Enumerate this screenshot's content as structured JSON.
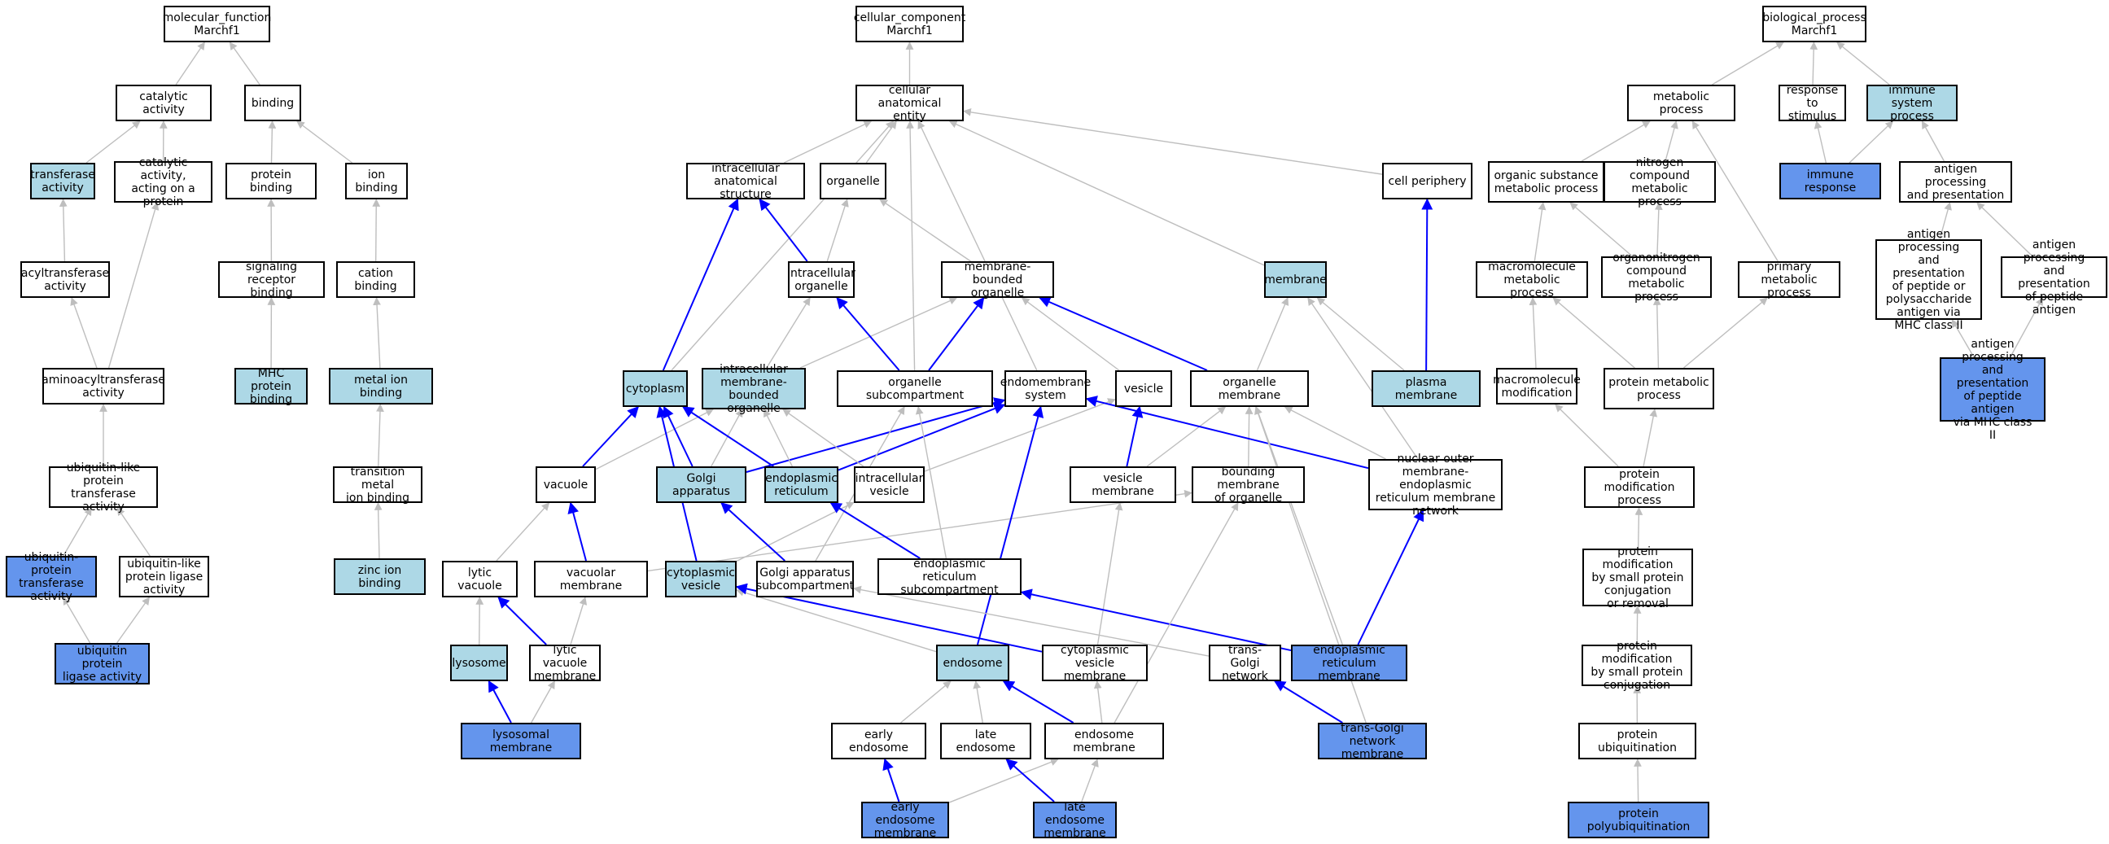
{
  "colors": {
    "node_default": "#ffffff",
    "node_annotated": "#add8e6",
    "node_direct": "#6495ed",
    "edge_default": "#bebebe",
    "edge_highlight": "#0000ff"
  },
  "nodes": [
    {
      "id": "mf_root",
      "label": "molecular_function\nMarchf1",
      "style": "white"
    },
    {
      "id": "catalytic",
      "label": "catalytic activity",
      "style": "white"
    },
    {
      "id": "binding",
      "label": "binding",
      "style": "white"
    },
    {
      "id": "transferase",
      "label": "transferase\nactivity",
      "style": "light"
    },
    {
      "id": "cat_protein",
      "label": "catalytic activity,\nacting on a\nprotein",
      "style": "white"
    },
    {
      "id": "protein_binding",
      "label": "protein binding",
      "style": "white"
    },
    {
      "id": "ion_binding",
      "label": "ion binding",
      "style": "white"
    },
    {
      "id": "acyltransferase",
      "label": "acyltransferase\nactivity",
      "style": "white"
    },
    {
      "id": "signaling_receptor",
      "label": "signaling receptor\nbinding",
      "style": "white"
    },
    {
      "id": "cation_binding",
      "label": "cation binding",
      "style": "white"
    },
    {
      "id": "aminoacyltransferase",
      "label": "aminoacyltransferase\nactivity",
      "style": "white"
    },
    {
      "id": "mhc_binding",
      "label": "MHC protein\nbinding",
      "style": "light"
    },
    {
      "id": "metal_ion",
      "label": "metal ion binding",
      "style": "light"
    },
    {
      "id": "ubl_transferase",
      "label": "ubiquitin-like\nprotein transferase\nactivity",
      "style": "white"
    },
    {
      "id": "transition_metal",
      "label": "transition metal\nion binding",
      "style": "white"
    },
    {
      "id": "ub_transferase",
      "label": "ubiquitin-protein\ntransferase\nactivity",
      "style": "dark"
    },
    {
      "id": "ubl_ligase",
      "label": "ubiquitin-like\nprotein ligase\nactivity",
      "style": "white"
    },
    {
      "id": "zinc",
      "label": "zinc ion binding",
      "style": "light"
    },
    {
      "id": "ub_ligase",
      "label": "ubiquitin protein\nligase activity",
      "style": "dark"
    },
    {
      "id": "cc_root",
      "label": "cellular_component\nMarchf1",
      "style": "white"
    },
    {
      "id": "cae",
      "label": "cellular anatomical\nentity",
      "style": "white"
    },
    {
      "id": "ias",
      "label": "intracellular\nanatomical structure",
      "style": "white"
    },
    {
      "id": "organelle",
      "label": "organelle",
      "style": "white"
    },
    {
      "id": "cell_periphery",
      "label": "cell periphery",
      "style": "white"
    },
    {
      "id": "intra_org",
      "label": "intracellular\norganelle",
      "style": "white"
    },
    {
      "id": "mbo",
      "label": "membrane-bounded\norganelle",
      "style": "white"
    },
    {
      "id": "membrane",
      "label": "membrane",
      "style": "light"
    },
    {
      "id": "cytoplasm",
      "label": "cytoplasm",
      "style": "light"
    },
    {
      "id": "imbo",
      "label": "intracellular\nmembrane-bounded\norganelle",
      "style": "light"
    },
    {
      "id": "org_subcomp",
      "label": "organelle subcompartment",
      "style": "white"
    },
    {
      "id": "endomembrane",
      "label": "endomembrane\nsystem",
      "style": "white"
    },
    {
      "id": "vesicle",
      "label": "vesicle",
      "style": "white"
    },
    {
      "id": "org_membrane",
      "label": "organelle membrane",
      "style": "white"
    },
    {
      "id": "plasma_membrane",
      "label": "plasma membrane",
      "style": "light"
    },
    {
      "id": "vacuole",
      "label": "vacuole",
      "style": "white"
    },
    {
      "id": "golgi",
      "label": "Golgi apparatus",
      "style": "light"
    },
    {
      "id": "er",
      "label": "endoplasmic\nreticulum",
      "style": "light"
    },
    {
      "id": "intra_vesicle",
      "label": "intracellular\nvesicle",
      "style": "white"
    },
    {
      "id": "vesicle_membrane",
      "label": "vesicle membrane",
      "style": "white"
    },
    {
      "id": "bounding_membrane",
      "label": "bounding membrane\nof organelle",
      "style": "white"
    },
    {
      "id": "nuclear_outer",
      "label": "nuclear outer\nmembrane-endoplasmic\nreticulum membrane\nnetwork",
      "style": "white"
    },
    {
      "id": "lytic_vacuole",
      "label": "lytic vacuole",
      "style": "white"
    },
    {
      "id": "vacuolar_membrane",
      "label": "vacuolar membrane",
      "style": "white"
    },
    {
      "id": "cyto_vesicle",
      "label": "cytoplasmic\nvesicle",
      "style": "light"
    },
    {
      "id": "golgi_subcomp",
      "label": "Golgi apparatus\nsubcompartment",
      "style": "white"
    },
    {
      "id": "er_subcomp",
      "label": "endoplasmic\nreticulum subcompartment",
      "style": "white"
    },
    {
      "id": "lysosome",
      "label": "lysosome",
      "style": "light"
    },
    {
      "id": "lytic_vac_membrane",
      "label": "lytic vacuole\nmembrane",
      "style": "white"
    },
    {
      "id": "endosome",
      "label": "endosome",
      "style": "light"
    },
    {
      "id": "cyto_vesicle_membrane",
      "label": "cytoplasmic\nvesicle membrane",
      "style": "white"
    },
    {
      "id": "trans_golgi",
      "label": "trans-Golgi\nnetwork",
      "style": "white"
    },
    {
      "id": "er_membrane",
      "label": "endoplasmic\nreticulum membrane",
      "style": "dark"
    },
    {
      "id": "lysosomal_membrane",
      "label": "lysosomal membrane",
      "style": "dark"
    },
    {
      "id": "early_endosome",
      "label": "early endosome",
      "style": "white"
    },
    {
      "id": "late_endosome",
      "label": "late endosome",
      "style": "white"
    },
    {
      "id": "endosome_membrane",
      "label": "endosome membrane",
      "style": "white"
    },
    {
      "id": "tgn_membrane",
      "label": "trans-Golgi\nnetwork membrane",
      "style": "dark"
    },
    {
      "id": "early_endo_membrane",
      "label": "early endosome\nmembrane",
      "style": "dark"
    },
    {
      "id": "late_endo_membrane",
      "label": "late endosome\nmembrane",
      "style": "dark"
    },
    {
      "id": "bp_root",
      "label": "biological_process\nMarchf1",
      "style": "white"
    },
    {
      "id": "metabolic",
      "label": "metabolic process",
      "style": "white"
    },
    {
      "id": "response_stimulus",
      "label": "response to\nstimulus",
      "style": "white"
    },
    {
      "id": "immune_system",
      "label": "immune system\nprocess",
      "style": "light"
    },
    {
      "id": "organic_subst",
      "label": "organic substance\nmetabolic process",
      "style": "white"
    },
    {
      "id": "nitrogen_comp",
      "label": "nitrogen compound\nmetabolic process",
      "style": "white"
    },
    {
      "id": "immune_response",
      "label": "immune response",
      "style": "dark"
    },
    {
      "id": "antigen_proc",
      "label": "antigen processing\nand presentation",
      "style": "white"
    },
    {
      "id": "macromolecule_met",
      "label": "macromolecule\nmetabolic process",
      "style": "white"
    },
    {
      "id": "organonitrogen",
      "label": "organonitrogen\ncompound metabolic\nprocess",
      "style": "white"
    },
    {
      "id": "primary_met",
      "label": "primary metabolic\nprocess",
      "style": "white"
    },
    {
      "id": "antigen_mhc2",
      "label": "antigen processing\nand presentation\nof peptide or\npolysaccharide\nantigen via\nMHC class II",
      "style": "white"
    },
    {
      "id": "antigen_peptide",
      "label": "antigen processing\nand presentation\nof peptide antigen",
      "style": "white"
    },
    {
      "id": "macromolecule_mod",
      "label": "macromolecule\nmodification",
      "style": "white"
    },
    {
      "id": "protein_met",
      "label": "protein metabolic\nprocess",
      "style": "white"
    },
    {
      "id": "antigen_peptide_mhc2",
      "label": "antigen processing\nand presentation\nof peptide antigen\nvia MHC class\nII",
      "style": "dark"
    },
    {
      "id": "protein_mod",
      "label": "protein modification\nprocess",
      "style": "white"
    },
    {
      "id": "protein_mod_small",
      "label": "protein modification\nby small protein\nconjugation\nor removal",
      "style": "white"
    },
    {
      "id": "protein_mod_conj",
      "label": "protein modification\nby small protein\nconjugation",
      "style": "white"
    },
    {
      "id": "protein_ub",
      "label": "protein ubiquitination",
      "style": "white"
    },
    {
      "id": "protein_polyub",
      "label": "protein polyubiquitination",
      "style": "dark"
    }
  ],
  "edges": [
    [
      "catalytic",
      "mf_root",
      "g"
    ],
    [
      "binding",
      "mf_root",
      "g"
    ],
    [
      "transferase",
      "catalytic",
      "g"
    ],
    [
      "cat_protein",
      "catalytic",
      "g"
    ],
    [
      "protein_binding",
      "binding",
      "g"
    ],
    [
      "ion_binding",
      "binding",
      "g"
    ],
    [
      "acyltransferase",
      "transferase",
      "g"
    ],
    [
      "signaling_receptor",
      "protein_binding",
      "g"
    ],
    [
      "cation_binding",
      "ion_binding",
      "g"
    ],
    [
      "aminoacyltransferase",
      "acyltransferase",
      "g"
    ],
    [
      "aminoacyltransferase",
      "cat_protein",
      "g"
    ],
    [
      "mhc_binding",
      "signaling_receptor",
      "g"
    ],
    [
      "metal_ion",
      "cation_binding",
      "g"
    ],
    [
      "ubl_transferase",
      "aminoacyltransferase",
      "g"
    ],
    [
      "transition_metal",
      "metal_ion",
      "g"
    ],
    [
      "ub_transferase",
      "ubl_transferase",
      "g"
    ],
    [
      "ubl_ligase",
      "ubl_transferase",
      "g"
    ],
    [
      "zinc",
      "transition_metal",
      "g"
    ],
    [
      "ub_ligase",
      "ub_transferase",
      "g"
    ],
    [
      "ub_ligase",
      "ubl_ligase",
      "g"
    ],
    [
      "cae",
      "cc_root",
      "g"
    ],
    [
      "ias",
      "cae",
      "g"
    ],
    [
      "organelle",
      "cae",
      "g"
    ],
    [
      "cell_periphery",
      "cae",
      "g"
    ],
    [
      "membrane",
      "cae",
      "g"
    ],
    [
      "org_subcomp",
      "cae",
      "g"
    ],
    [
      "cytoplasm",
      "cae",
      "g"
    ],
    [
      "endomembrane",
      "cae",
      "g"
    ],
    [
      "intra_org",
      "ias",
      "b"
    ],
    [
      "intra_org",
      "organelle",
      "g"
    ],
    [
      "mbo",
      "organelle",
      "g"
    ],
    [
      "cytoplasm",
      "ias",
      "b"
    ],
    [
      "plasma_membrane",
      "cell_periphery",
      "b"
    ],
    [
      "imbo",
      "intra_org",
      "g"
    ],
    [
      "imbo",
      "mbo",
      "g"
    ],
    [
      "org_subcomp",
      "intra_org",
      "b"
    ],
    [
      "org_subcomp",
      "mbo",
      "b"
    ],
    [
      "vesicle",
      "mbo",
      "g"
    ],
    [
      "org_membrane",
      "mbo",
      "b"
    ],
    [
      "org_membrane",
      "membrane",
      "g"
    ],
    [
      "plasma_membrane",
      "membrane",
      "g"
    ],
    [
      "nuclear_outer",
      "membrane",
      "g"
    ],
    [
      "vacuole",
      "cytoplasm",
      "b"
    ],
    [
      "vacuole",
      "imbo",
      "g"
    ],
    [
      "golgi",
      "cytoplasm",
      "b"
    ],
    [
      "golgi",
      "imbo",
      "g"
    ],
    [
      "golgi",
      "endomembrane",
      "b"
    ],
    [
      "er",
      "cytoplasm",
      "b"
    ],
    [
      "er",
      "imbo",
      "g"
    ],
    [
      "er",
      "endomembrane",
      "b"
    ],
    [
      "intra_vesicle",
      "imbo",
      "g"
    ],
    [
      "intra_vesicle",
      "vesicle",
      "g"
    ],
    [
      "vesicle_membrane",
      "vesicle",
      "b"
    ],
    [
      "vesicle_membrane",
      "org_membrane",
      "g"
    ],
    [
      "bounding_membrane",
      "org_membrane",
      "g"
    ],
    [
      "nuclear_outer",
      "org_membrane",
      "g"
    ],
    [
      "nuclear_outer",
      "endomembrane",
      "b"
    ],
    [
      "lytic_vacuole",
      "vacuole",
      "g"
    ],
    [
      "vacuolar_membrane",
      "vacuole",
      "b"
    ],
    [
      "vacuolar_membrane",
      "bounding_membrane",
      "g"
    ],
    [
      "cyto_vesicle",
      "cytoplasm",
      "b"
    ],
    [
      "cyto_vesicle",
      "intra_vesicle",
      "g"
    ],
    [
      "golgi_subcomp",
      "golgi",
      "b"
    ],
    [
      "golgi_subcomp",
      "org_subcomp",
      "g"
    ],
    [
      "er_subcomp",
      "er",
      "b"
    ],
    [
      "er_subcomp",
      "org_subcomp",
      "g"
    ],
    [
      "lysosome",
      "lytic_vacuole",
      "g"
    ],
    [
      "lytic_vac_membrane",
      "lytic_vacuole",
      "b"
    ],
    [
      "lytic_vac_membrane",
      "vacuolar_membrane",
      "g"
    ],
    [
      "endosome",
      "cyto_vesicle",
      "g"
    ],
    [
      "endosome",
      "endomembrane",
      "b"
    ],
    [
      "cyto_vesicle_membrane",
      "cyto_vesicle",
      "b"
    ],
    [
      "cyto_vesicle_membrane",
      "vesicle_membrane",
      "g"
    ],
    [
      "trans_golgi",
      "golgi_subcomp",
      "g"
    ],
    [
      "er_membrane",
      "er_subcomp",
      "b"
    ],
    [
      "er_membrane",
      "nuclear_outer",
      "b"
    ],
    [
      "er_membrane",
      "org_membrane",
      "g"
    ],
    [
      "lysosomal_membrane",
      "lysosome",
      "b"
    ],
    [
      "lysosomal_membrane",
      "lytic_vac_membrane",
      "g"
    ],
    [
      "early_endosome",
      "endosome",
      "g"
    ],
    [
      "late_endosome",
      "endosome",
      "g"
    ],
    [
      "endosome_membrane",
      "endosome",
      "b"
    ],
    [
      "endosome_membrane",
      "cyto_vesicle_membrane",
      "g"
    ],
    [
      "endosome_membrane",
      "bounding_membrane",
      "g"
    ],
    [
      "tgn_membrane",
      "trans_golgi",
      "b"
    ],
    [
      "tgn_membrane",
      "org_membrane",
      "g"
    ],
    [
      "early_endo_membrane",
      "early_endosome",
      "b"
    ],
    [
      "early_endo_membrane",
      "endosome_membrane",
      "g"
    ],
    [
      "late_endo_membrane",
      "late_endosome",
      "b"
    ],
    [
      "late_endo_membrane",
      "endosome_membrane",
      "g"
    ],
    [
      "metabolic",
      "bp_root",
      "g"
    ],
    [
      "response_stimulus",
      "bp_root",
      "g"
    ],
    [
      "immune_system",
      "bp_root",
      "g"
    ],
    [
      "organic_subst",
      "metabolic",
      "g"
    ],
    [
      "nitrogen_comp",
      "metabolic",
      "g"
    ],
    [
      "primary_met",
      "metabolic",
      "g"
    ],
    [
      "immune_response",
      "response_stimulus",
      "g"
    ],
    [
      "immune_response",
      "immune_system",
      "g"
    ],
    [
      "antigen_proc",
      "immune_system",
      "g"
    ],
    [
      "macromolecule_met",
      "organic_subst",
      "g"
    ],
    [
      "organonitrogen",
      "organic_subst",
      "g"
    ],
    [
      "organonitrogen",
      "nitrogen_comp",
      "g"
    ],
    [
      "antigen_mhc2",
      "antigen_proc",
      "g"
    ],
    [
      "antigen_peptide",
      "antigen_proc",
      "g"
    ],
    [
      "macromolecule_mod",
      "macromolecule_met",
      "g"
    ],
    [
      "protein_met",
      "macromolecule_met",
      "g"
    ],
    [
      "protein_met",
      "organonitrogen",
      "g"
    ],
    [
      "protein_met",
      "primary_met",
      "g"
    ],
    [
      "antigen_peptide_mhc2",
      "antigen_mhc2",
      "g"
    ],
    [
      "antigen_peptide_mhc2",
      "antigen_peptide",
      "g"
    ],
    [
      "protein_mod",
      "macromolecule_mod",
      "g"
    ],
    [
      "protein_mod",
      "protein_met",
      "g"
    ],
    [
      "protein_mod_small",
      "protein_mod",
      "g"
    ],
    [
      "protein_mod_conj",
      "protein_mod_small",
      "g"
    ],
    [
      "protein_ub",
      "protein_mod_conj",
      "g"
    ],
    [
      "protein_polyub",
      "protein_ub",
      "g"
    ]
  ]
}
